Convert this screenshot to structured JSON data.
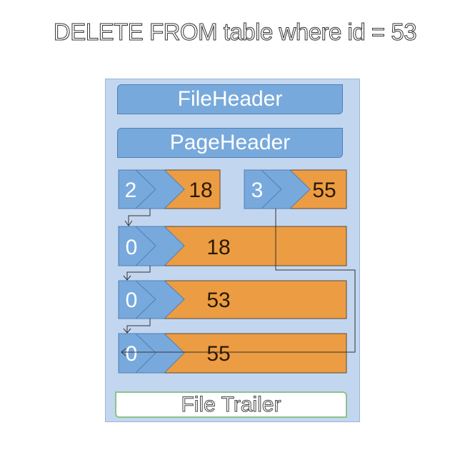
{
  "title": "DELETE FROM table where id = 53",
  "file_header": "FileHeader",
  "page_header": "PageHeader",
  "file_trailer": "File Trailer",
  "records": {
    "infimum": {
      "n_owned": "2",
      "key": "18"
    },
    "supremum": {
      "n_owned": "3",
      "key": "55"
    },
    "rec1": {
      "n_owned": "0",
      "key": "18"
    },
    "rec2": {
      "n_owned": "0",
      "key": "53"
    },
    "rec3": {
      "n_owned": "0",
      "key": "55"
    }
  },
  "colors": {
    "blue": "#78a9dc",
    "orange": "#ec9c42",
    "page_bg": "#c3d6ef"
  }
}
